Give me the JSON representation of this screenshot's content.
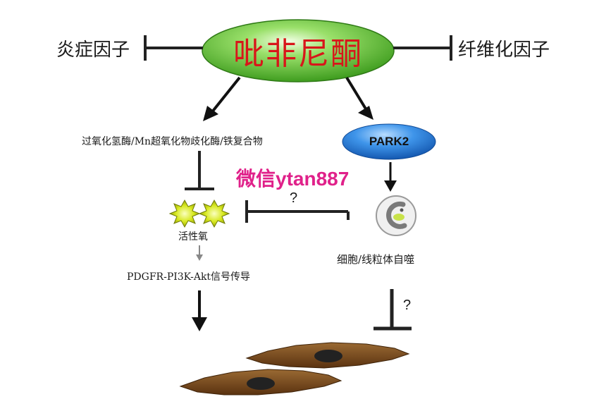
{
  "center": {
    "title": "吡非尼酮"
  },
  "left_inhibited": "炎症因子",
  "right_inhibited": "纤维化因子",
  "left_branch": {
    "enzyme": "过氧化氢酶/Mn超氧化物歧化酶/铁复合物",
    "ros": "活性氧",
    "signaling": "PDGFR-PI3K-Akt信号传导"
  },
  "right_branch": {
    "protein": "PARK2",
    "process": "细胞/线粒体自噬"
  },
  "question_marks": [
    "?",
    "?"
  ],
  "watermark": "微信ytan887",
  "colors": {
    "ellipse_green": "#5fc83a",
    "title_red": "#d8161a",
    "park2_blue": "#1e78d6",
    "watermark_pink": "#e0218a",
    "star_yellow": "#d7e81e",
    "cell_brown": "#7a4a1e"
  }
}
